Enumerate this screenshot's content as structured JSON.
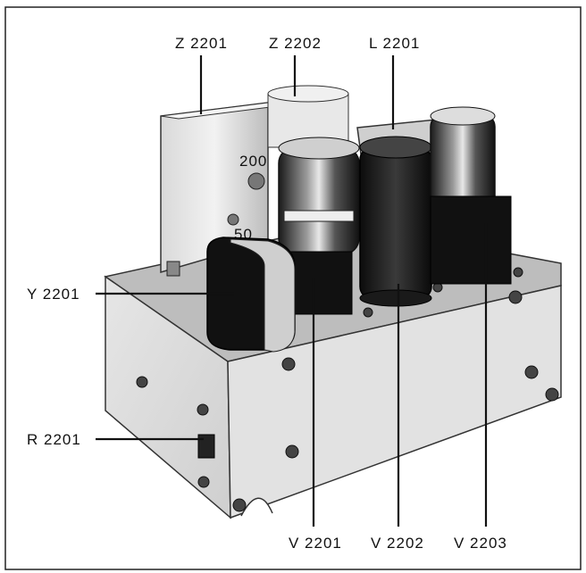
{
  "labels": {
    "z2201": "Z 2201",
    "z2202": "Z 2202",
    "l2201": "L 2201",
    "y2201": "Y 2201",
    "r2201": "R 2201",
    "v2201": "V 2201",
    "v2202": "V 2202",
    "v2203": "V 2203"
  },
  "markings": {
    "dial_200": "200",
    "dial_50": "50"
  }
}
